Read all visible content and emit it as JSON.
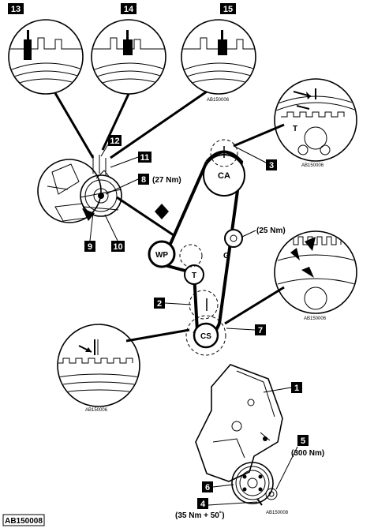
{
  "callouts": {
    "c1": "1",
    "c2": "2",
    "c3": "3",
    "c4": "4",
    "c5": "5",
    "c6": "6",
    "c7": "7",
    "c8": "8",
    "c9": "9",
    "c10": "10",
    "c11": "11",
    "c12": "12",
    "c13": "13",
    "c14": "14",
    "c15": "15"
  },
  "labels": {
    "torque_8": "(27 Nm)",
    "torque_g": "(25 Nm)",
    "torque_5": "(300 Nm)",
    "torque_4": "(35 Nm + 50˚)",
    "g_label": "G",
    "ca": "CA",
    "wp": "WP",
    "t": "T",
    "cs": "CS",
    "t_small": "T"
  },
  "refs": {
    "ref_top": "AB150006",
    "ref_right_top": "AB150006",
    "ref_right_mid": "AB150006",
    "ref_left_mid": "AB150006",
    "ref_bottom": "AB150008",
    "figure_id": "AB150008"
  },
  "colors": {
    "line": "#000000",
    "paper": "#ffffff",
    "callout_fill": "#000000"
  }
}
